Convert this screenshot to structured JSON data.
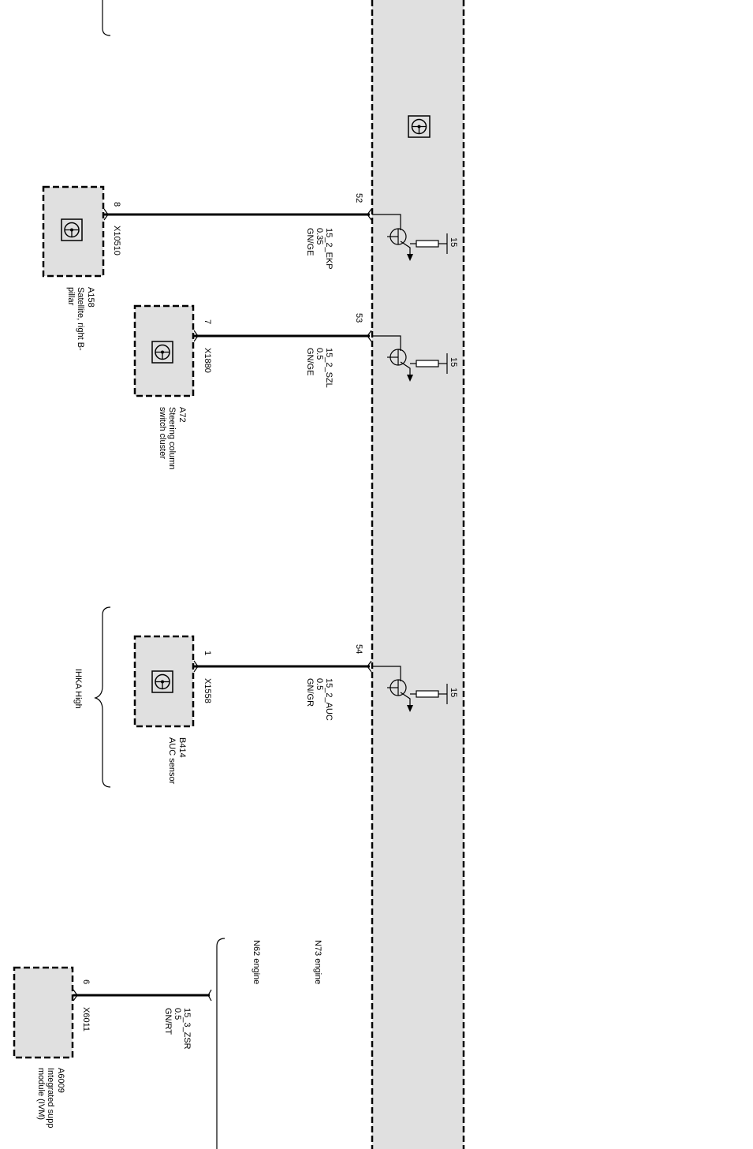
{
  "bus": {
    "conn_52": "52",
    "conn_53": "53",
    "conn_54": "54",
    "fuse_label": "15"
  },
  "a158": {
    "pin": "8",
    "connector": "X10510",
    "code": "A158",
    "name_line1": "Satellite, right B-",
    "name_line2": "pillar",
    "wire_signal": "15_2_EKP",
    "wire_size": "0.35",
    "wire_color": "GN/GE"
  },
  "a72": {
    "pin": "7",
    "connector": "X1880",
    "code": "A72",
    "name_line1": "Steering column",
    "name_line2": "switch cluster",
    "wire_signal": "15_2_SZL",
    "wire_size": "0.5",
    "wire_color": "GN/GE"
  },
  "b414": {
    "pin": "1",
    "connector": "X1558",
    "code": "B414",
    "name_line1": "AUC sensor",
    "wire_signal": "15_2_AUC",
    "wire_size": "0.5",
    "wire_color": "GN/GR"
  },
  "a6009": {
    "pin": "6",
    "connector": "X6011",
    "code": "A6009",
    "name_line1": "Integrated supp",
    "name_line2": "module (IVM)",
    "wire_signal": "15_3_ZSR",
    "wire_size": "0.5",
    "wire_color": "GN/RT"
  },
  "variants": {
    "ihka": "IHKA High",
    "n62": "N62 engine",
    "n73": "N73 engine"
  },
  "icons": {
    "control_unit": "steering-wheel-icon"
  }
}
